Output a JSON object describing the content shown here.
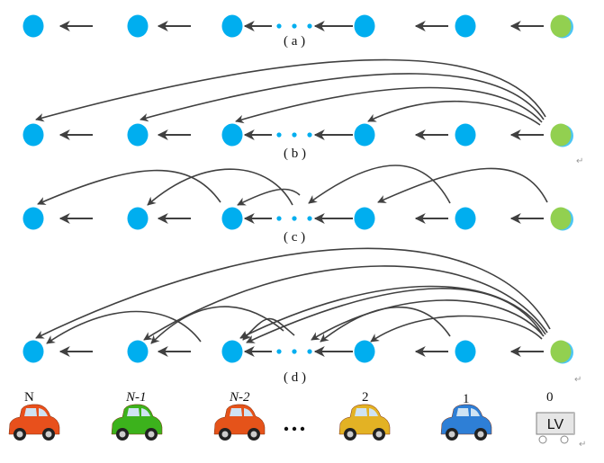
{
  "colors": {
    "follower_node": "#00aeef",
    "leader_node": "#92d050",
    "arrow": "#404040",
    "lv_box_fill": "#e6e6e6",
    "lv_box_stroke": "#7f7f7f"
  },
  "panels": [
    {
      "id": "a",
      "caption": "( a )",
      "topology": "predecessor-following",
      "long_links": [],
      "dots": true
    },
    {
      "id": "b",
      "caption": "( b )",
      "topology": "predecessor-leader-following",
      "long_links": [
        [
          6,
          0
        ],
        [
          6,
          1
        ],
        [
          6,
          2
        ],
        [
          6,
          3
        ]
      ],
      "dots": true
    },
    {
      "id": "c",
      "caption": "( c )",
      "topology": "two-predecessor-following",
      "long_links": [
        [
          6,
          4
        ],
        [
          5,
          3
        ],
        [
          "dots",
          2
        ],
        [
          2,
          0
        ],
        [
          "dots-left",
          1
        ]
      ],
      "dots": true
    },
    {
      "id": "d",
      "caption": "( d )",
      "topology": "two-predecessor-leader-following",
      "long_links": [
        [
          6,
          0
        ],
        [
          6,
          1
        ],
        [
          6,
          2
        ],
        [
          6,
          "dots"
        ],
        [
          6,
          3
        ],
        [
          5,
          3
        ],
        [
          "dots",
          2
        ],
        [
          2,
          0
        ],
        [
          "dots-left",
          1
        ]
      ],
      "dots": true
    }
  ],
  "nodes": [
    {
      "index_label": "N",
      "role": "follower"
    },
    {
      "index_label": "N-1",
      "role": "follower"
    },
    {
      "index_label": "N-2",
      "role": "follower"
    },
    {
      "index_label": "2",
      "role": "follower"
    },
    {
      "index_label": "1",
      "role": "follower"
    },
    {
      "index_label": "0",
      "role": "leader"
    }
  ],
  "vehicles": [
    {
      "label": "N",
      "italic": false,
      "icon": "car-icon",
      "color": "#e8501c"
    },
    {
      "label": "N-1",
      "italic": true,
      "icon": "car-icon",
      "color": "#3cb21c"
    },
    {
      "label": "N-2",
      "italic": true,
      "icon": "car-icon",
      "color": "#e5531a"
    },
    {
      "label": "…",
      "italic": false,
      "icon": "ellipsis-icon",
      "color": "#111111"
    },
    {
      "label": "2",
      "italic": false,
      "icon": "car-icon",
      "color": "#e3b224"
    },
    {
      "label": "1",
      "italic": false,
      "icon": "car-icon",
      "color": "#2e7fd6"
    },
    {
      "label": "0",
      "italic": false,
      "icon": "leader-vehicle-icon",
      "color": "#e6e6e6"
    }
  ],
  "leader_box_label": "LV",
  "ellipsis": "•••",
  "paragraph_mark": "↵"
}
